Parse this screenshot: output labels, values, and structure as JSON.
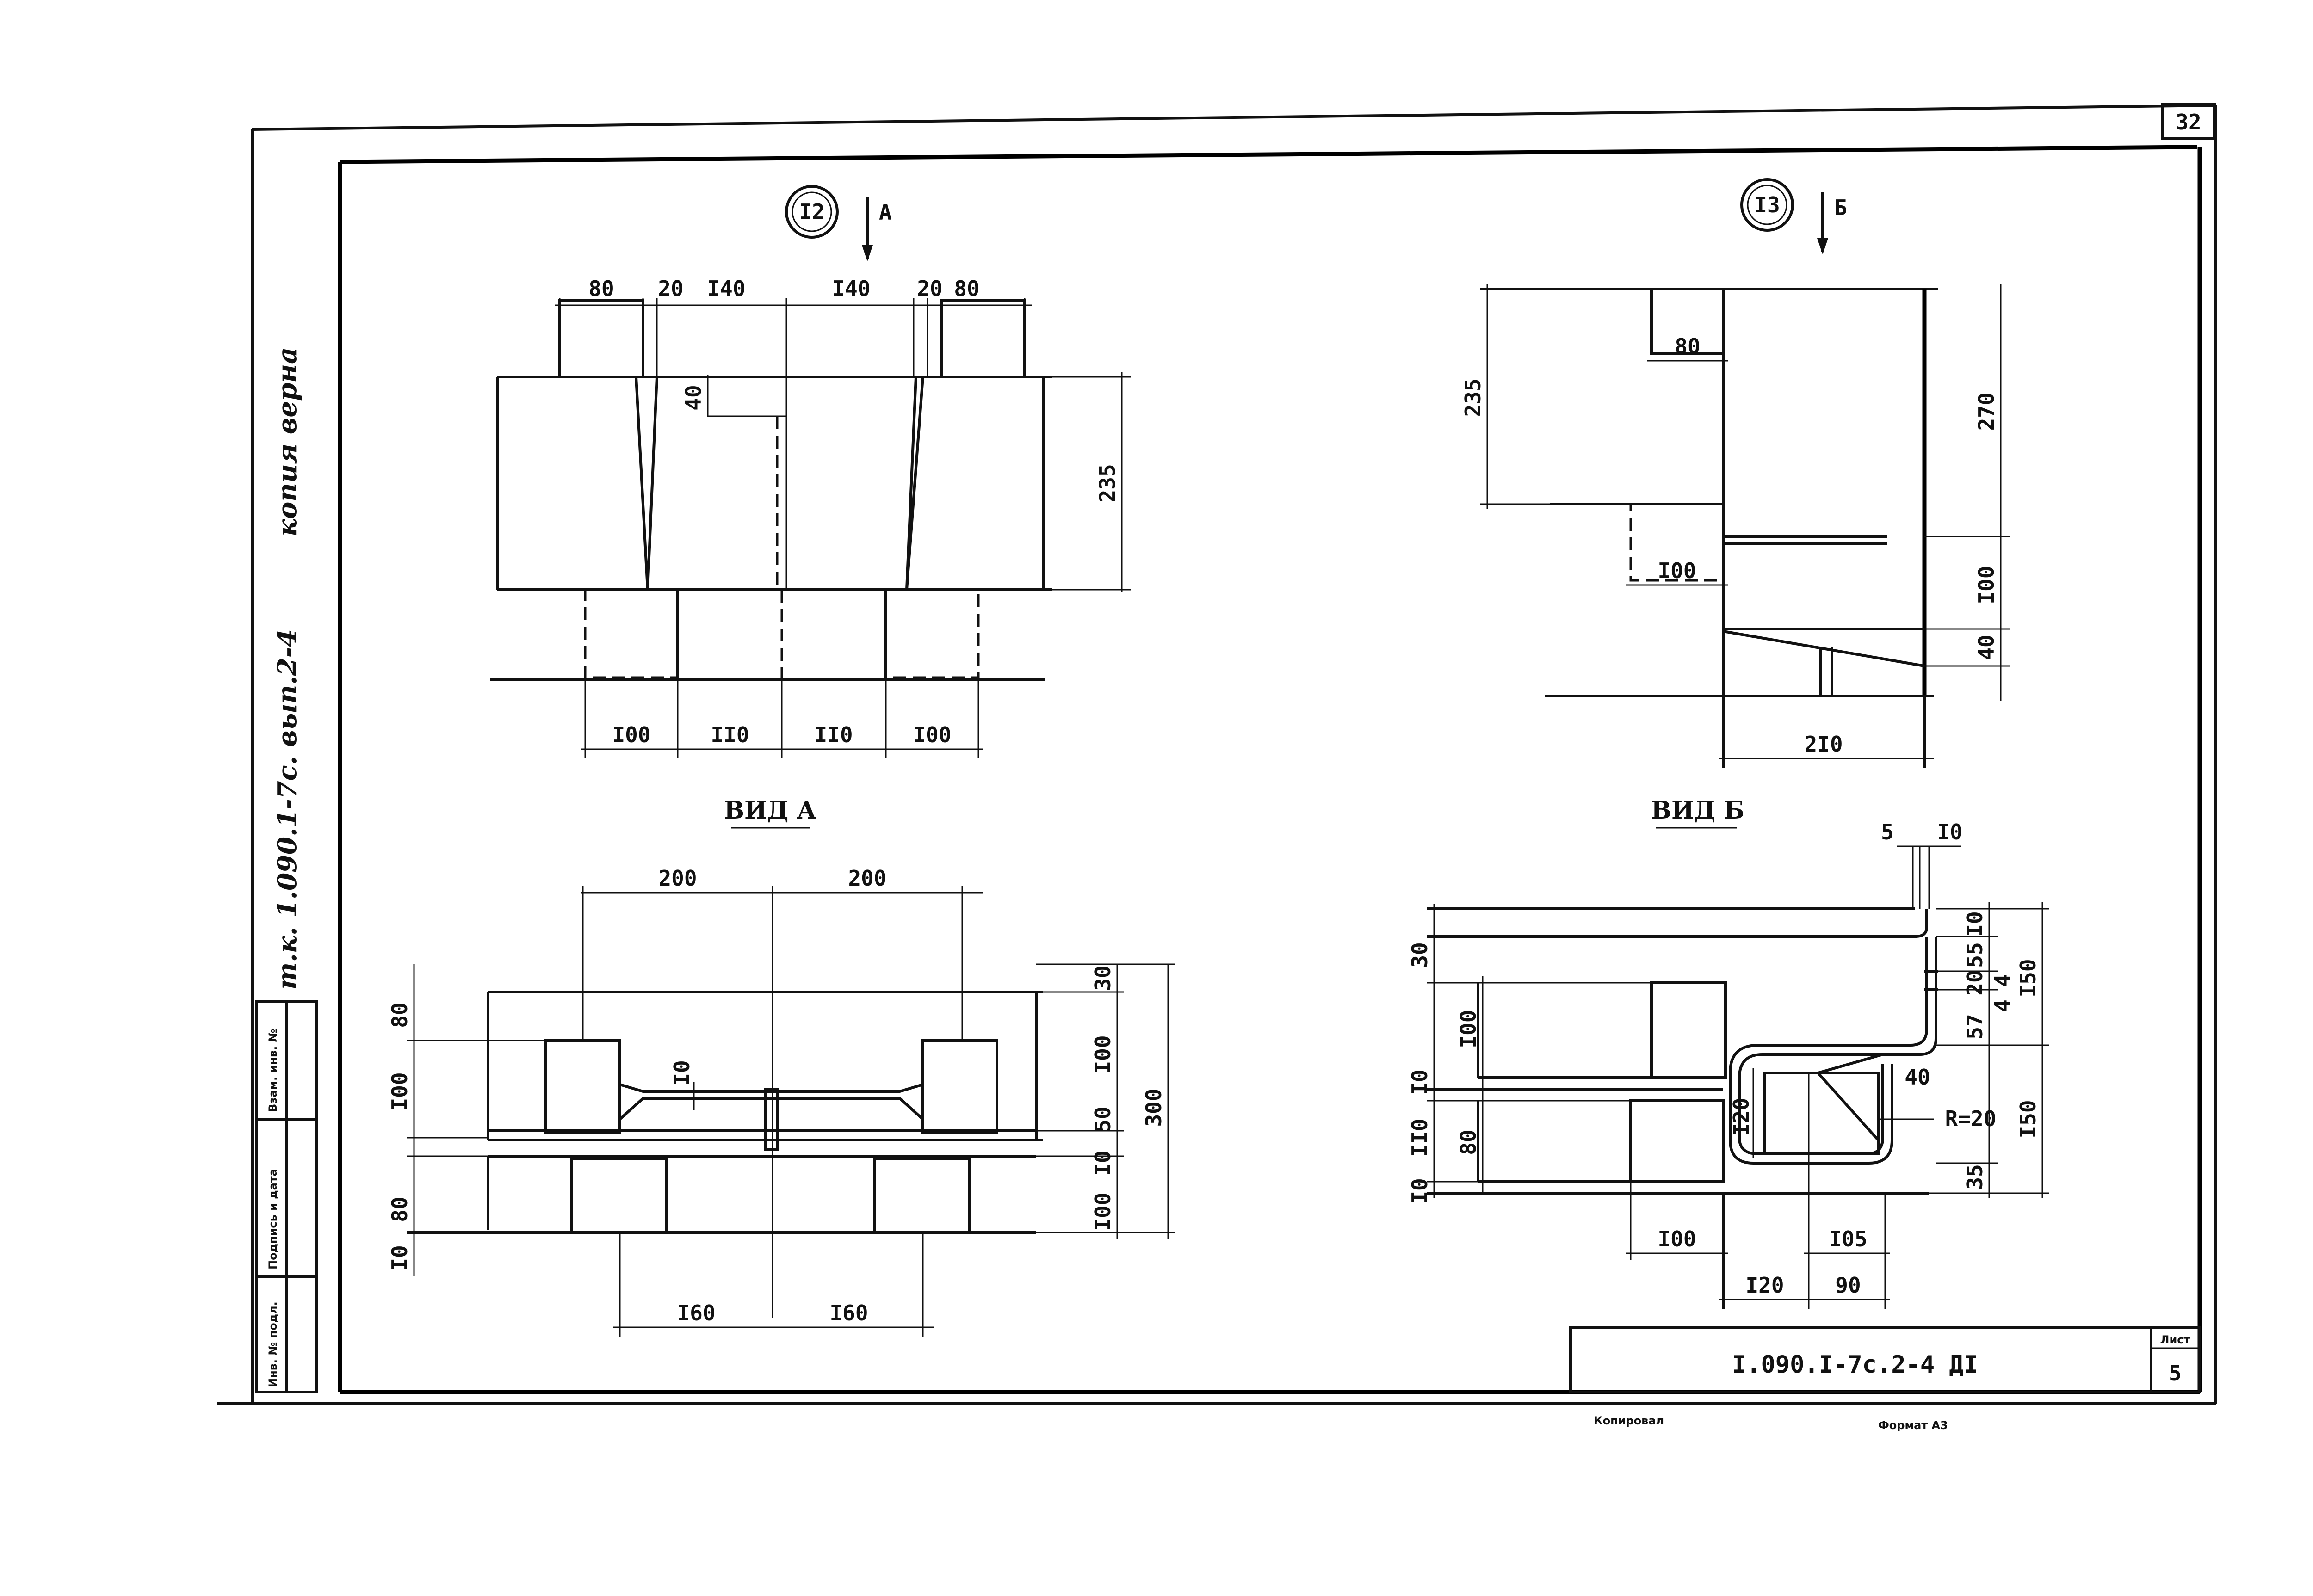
{
  "sheet": {
    "corner_number": "32",
    "code": "I.090.I-7c.2-4 ДI",
    "list_label": "Лист",
    "list_number": "5",
    "bottom_left": "Копировал",
    "bottom_right": "Формат А3"
  },
  "side": {
    "copy_note": "копия верна",
    "series": "т.к. 1.090.1-7с. вып.2-4",
    "box_labels": [
      "Инв. № подл.",
      "Подпись и дата",
      "Взам. инв. №"
    ]
  },
  "details": {
    "left_mark": "I2",
    "left_arrow": "А",
    "right_mark": "I3",
    "right_arrow": "Б"
  },
  "views": {
    "left_title": "ВИД А",
    "right_title": "ВИД Б"
  },
  "dims_detail12": {
    "top": [
      "80",
      "20",
      "I40",
      "I40",
      "20",
      "80"
    ],
    "d40": "40",
    "right": "235",
    "bottom": [
      "I00",
      "II0",
      "II0",
      "I00"
    ]
  },
  "dims_detail13": {
    "d80": "80",
    "left": "235",
    "right_top": "270",
    "d100": "I00",
    "right_mid": "I00",
    "d40": "40",
    "bottom": "2I0"
  },
  "dims_viewA": {
    "top": [
      "200",
      "200"
    ],
    "left": [
      "80",
      "I00",
      "80",
      "I0"
    ],
    "d10": "I0",
    "right": [
      "30",
      "I00",
      "50",
      "I0",
      "I00"
    ],
    "total": "300",
    "bottom": [
      "I60",
      "I60"
    ]
  },
  "dims_viewB": {
    "top": [
      "5",
      "I0"
    ],
    "left": [
      "30",
      "I00",
      "I0",
      "II0",
      "80",
      "I0"
    ],
    "right_col": [
      "I0",
      "55",
      "20",
      "57",
      "35"
    ],
    "d4a": "4",
    "d4b": "4",
    "total_top": "I50",
    "total_bottom": "I50",
    "d40": "40",
    "radius": "R=20",
    "d120v": "I20",
    "bottom": [
      "I00",
      "I05",
      "I20",
      "90"
    ]
  }
}
